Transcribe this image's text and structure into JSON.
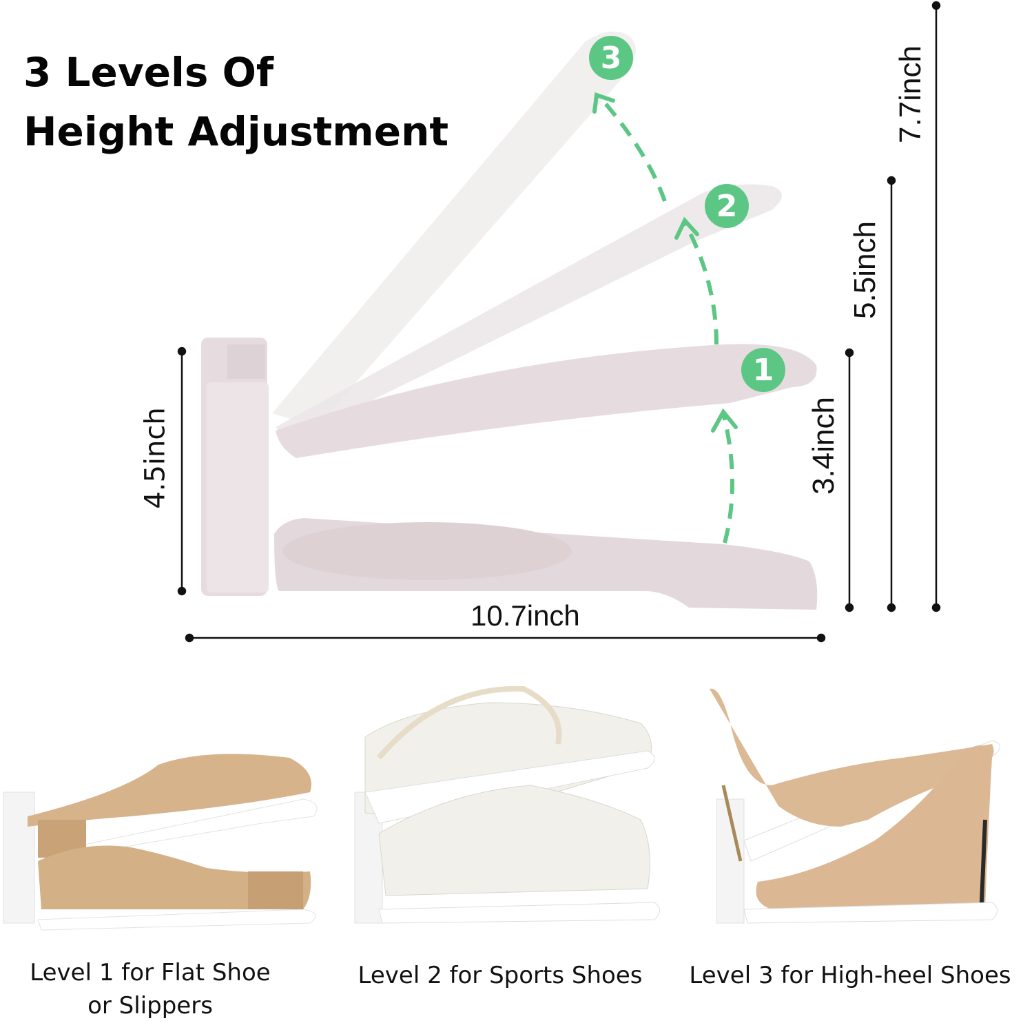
{
  "title": {
    "line1": "3 Levels Of",
    "line2": "Height Adjustment"
  },
  "levels": [
    {
      "badge": "1"
    },
    {
      "badge": "2"
    },
    {
      "badge": "3"
    }
  ],
  "dimensions": {
    "base_height": "4.5inch",
    "length": "10.7inch",
    "level1_height": "3.4inch",
    "level2_height": "5.5inch",
    "level3_height": "7.7inch"
  },
  "captions": {
    "level1_line1": "Level 1 for Flat Shoe",
    "level1_line2": "or Slippers",
    "level2": "Level 2 for Sports Shoes",
    "level3": "Level 3 for High-heel Shoes"
  },
  "colors": {
    "accent_green": "#5cc784",
    "product": "#e8dfe2",
    "text": "#111111"
  }
}
